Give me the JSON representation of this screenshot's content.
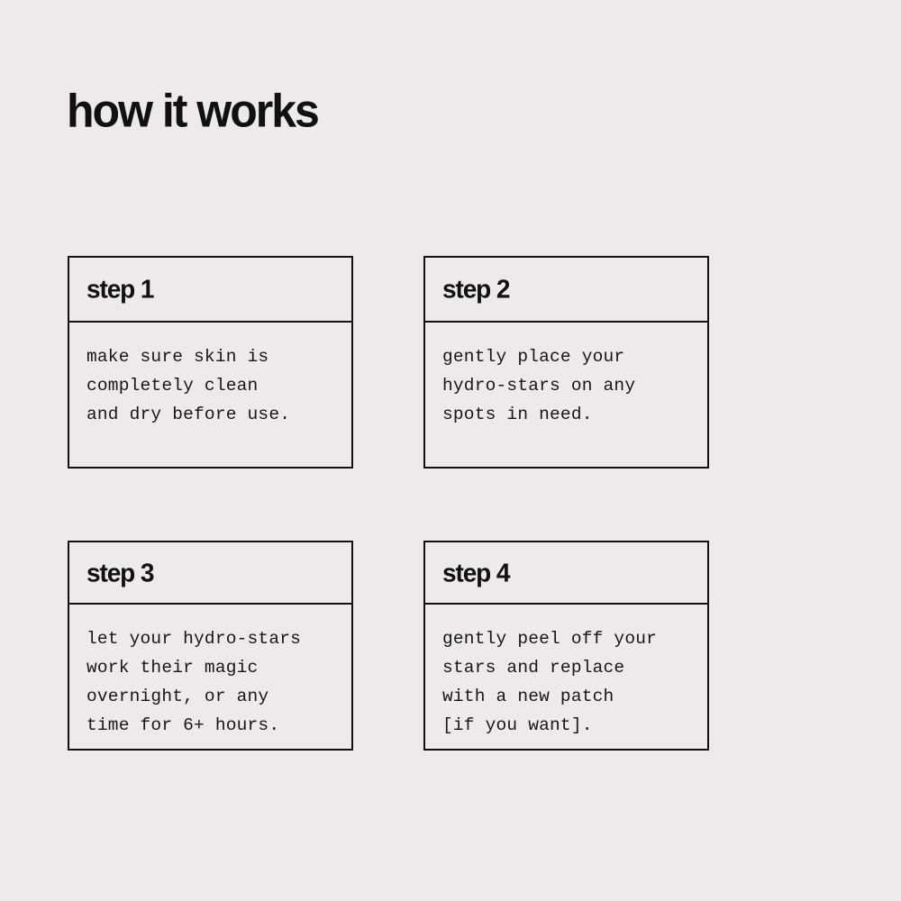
{
  "page": {
    "title": "how it works",
    "background_color": "#EDEAE9",
    "ink_color": "#111111"
  },
  "steps": [
    {
      "title": "step 1",
      "text": "make sure skin is\ncompletely clean\nand dry before use."
    },
    {
      "title": "step 2",
      "text": "gently place your\nhydro-stars on any\nspots in need."
    },
    {
      "title": "step 3",
      "text": "let your hydro-stars\nwork their magic\novernight, or any\ntime for 6+ hours."
    },
    {
      "title": "step 4",
      "text": "gently peel off your\nstars and replace\nwith a new patch\n[if you want]."
    }
  ]
}
